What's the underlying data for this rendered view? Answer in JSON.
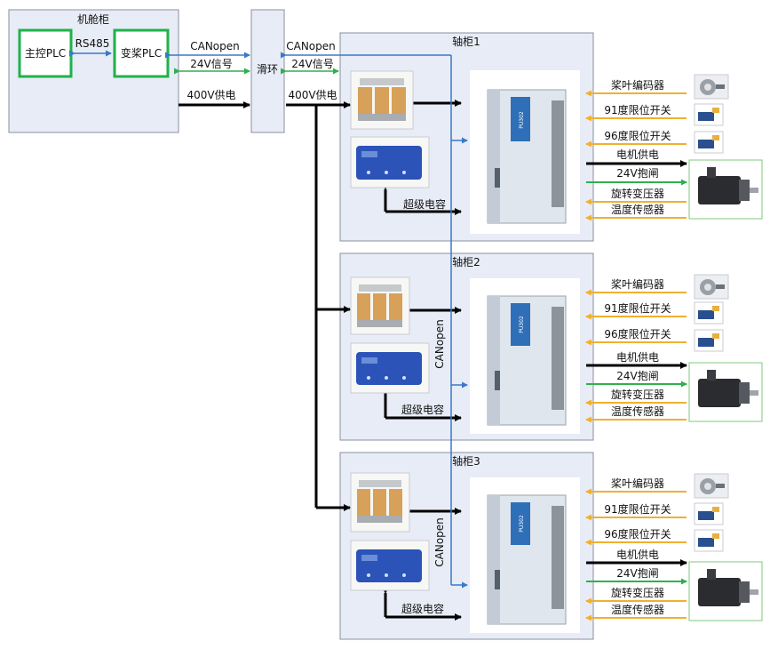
{
  "nacelle": {
    "title": "机舱柜",
    "main_plc": "主控PLC",
    "pitch_plc": "变桨PLC",
    "rs485": "RS485",
    "canopen": "CANopen",
    "signal_24v": "24V信号",
    "power_400v": "400V供电"
  },
  "slip_ring": {
    "label": "滑环",
    "canopen": "CANopen",
    "signal_24v": "24V信号",
    "power_400v": "400V供电"
  },
  "cabinets": [
    {
      "title": "轴柜1",
      "supercap": "超级电容",
      "drive_model": "PU302",
      "canopen": "",
      "io": {
        "blade_encoder": "桨叶编码器",
        "limit_91": "91度限位开关",
        "limit_96": "96度限位开关",
        "motor_power": "电机供电",
        "brake_24v": "24V抱闸",
        "resolver": "旋转变压器",
        "temp_sensor": "温度传感器"
      }
    },
    {
      "title": "轴柜2",
      "supercap": "超级电容",
      "drive_model": "PU302",
      "canopen": "CANopen",
      "io": {
        "blade_encoder": "桨叶编码器",
        "limit_91": "91度限位开关",
        "limit_96": "96度限位开关",
        "motor_power": "电机供电",
        "brake_24v": "24V抱闸",
        "resolver": "旋转变压器",
        "temp_sensor": "温度传感器"
      }
    },
    {
      "title": "轴柜3",
      "supercap": "超级电容",
      "drive_model": "PU302",
      "canopen": "CANopen",
      "io": {
        "blade_encoder": "桨叶编码器",
        "limit_91": "91度限位开关",
        "limit_96": "96度限位开关",
        "motor_power": "电机供电",
        "brake_24v": "24V抱闸",
        "resolver": "旋转变压器",
        "temp_sensor": "温度传感器"
      }
    }
  ],
  "colors": {
    "panel_fill": "#e8ecf6",
    "panel_stroke": "#8a8fa0",
    "plc_stroke": "#1fb24a",
    "canopen_line": "#3b78c9",
    "signal_24v_line": "#2fb04f",
    "power_line": "#000000",
    "feedback_line": "#f0b030",
    "transformer_coil": "#d8a15a",
    "supercap_body": "#2b53b8",
    "drive_body": "#dfe6ee"
  }
}
